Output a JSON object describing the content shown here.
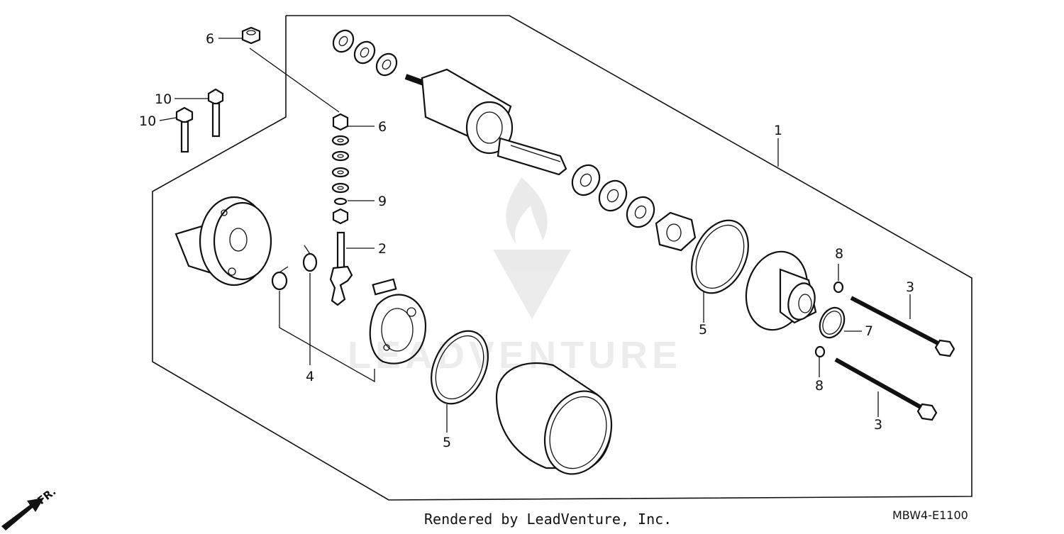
{
  "callouts": [
    "1",
    "2",
    "3",
    "3",
    "4",
    "5",
    "5",
    "6",
    "6",
    "7",
    "8",
    "8",
    "9",
    "10",
    "10"
  ],
  "front_marker": "FR.",
  "watermark": "LEADVENTURE",
  "footer": {
    "credit": "Rendered by LeadVenture, Inc.",
    "code": "MBW4-E1100"
  },
  "colors": {
    "ink": "#111111",
    "background": "#ffffff"
  }
}
